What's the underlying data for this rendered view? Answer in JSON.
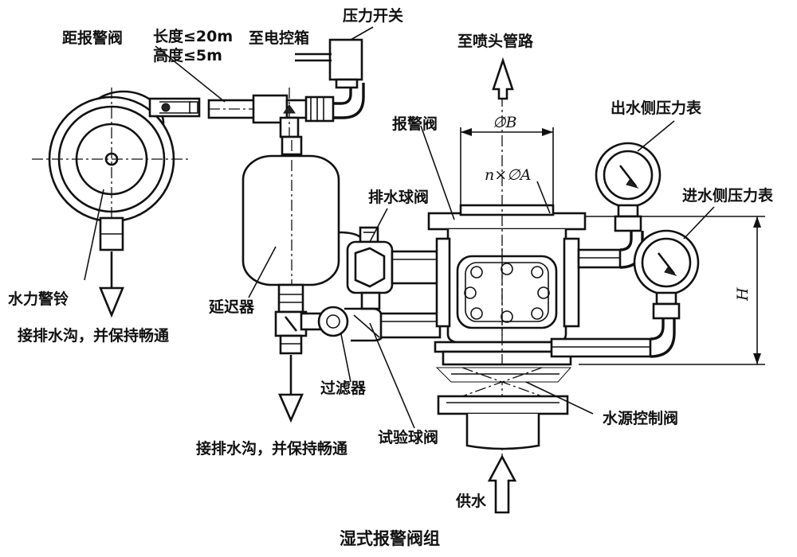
{
  "diagram": {
    "title": "湿式报警阀组",
    "labels": {
      "to_sprinkler_pipe": "至喷头管路",
      "pressure_switch": "压力开关",
      "to_control_box": "至电控箱",
      "distance_alarm_valve": "距报警阀",
      "length_limit": "长度≤20m",
      "height_limit": "高度≤5m",
      "alarm_valve": "报警阀",
      "dim_b": "∅B",
      "dim_na": "n×∅A",
      "outlet_gauge": "出水侧压力表",
      "inlet_gauge": "进水侧压力表",
      "drain_ball_valve": "排水球阀",
      "dim_h": "H",
      "water_motor_gong": "水力警铃",
      "to_drain_left": "接排水沟，并保持畅通",
      "retard_chamber": "延迟器",
      "filter": "过滤器",
      "test_ball_valve": "试验球阀",
      "to_drain_bottom": "接排水沟，并保持畅通",
      "source_control_valve": "水源控制阀",
      "water_supply": "供水"
    }
  }
}
